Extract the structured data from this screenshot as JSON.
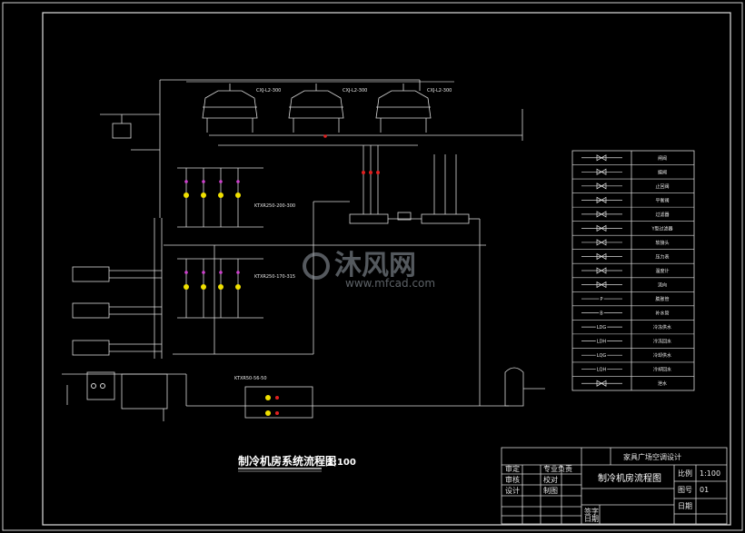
{
  "drawing": {
    "title": "制冷机房系统流程图",
    "scale": "1:100",
    "watermark_brand": "沐风网",
    "watermark_url": "www.mfcad.com",
    "cooling_tower_labels": [
      "CXJ-L2-300",
      "CXJ-L2-300",
      "CXJ-L2-300"
    ],
    "pump_group_labels": [
      "KTXR250-200-300",
      "KTXR250-170-315"
    ],
    "plate_exchanger_label": "KTXR50-56-50"
  },
  "legend": {
    "rows": [
      {
        "symbol": "gate-valve",
        "label": "闸阀"
      },
      {
        "symbol": "butterfly-valve",
        "label": "蝶阀"
      },
      {
        "symbol": "check-valve",
        "label": "止回阀"
      },
      {
        "symbol": "balance-valve",
        "label": "平衡阀"
      },
      {
        "symbol": "strainer",
        "label": "过滤器"
      },
      {
        "symbol": "y-filter",
        "label": "Y型过滤器"
      },
      {
        "symbol": "flex-joint",
        "label": "软接头"
      },
      {
        "symbol": "gauge",
        "label": "压力表"
      },
      {
        "symbol": "thermometer",
        "label": "温度计"
      },
      {
        "symbol": "flow-arrow",
        "label": "流向"
      },
      {
        "symbol": "P",
        "label": "膨胀管"
      },
      {
        "symbol": "B",
        "label": "补水管"
      },
      {
        "symbol": "LDG",
        "label": "冷冻供水"
      },
      {
        "symbol": "LDH",
        "label": "冷冻回水"
      },
      {
        "symbol": "LQG",
        "label": "冷却供水"
      },
      {
        "symbol": "LQH",
        "label": "冷却回水"
      },
      {
        "symbol": "drain",
        "label": "泄水"
      }
    ]
  },
  "title_block": {
    "project_label": "家具广场空调设计",
    "drawing_name": "制冷机房流程图",
    "col_left": [
      "审定",
      "审核",
      "设计"
    ],
    "col_mid": [
      "专业负责",
      "校对",
      "制图"
    ],
    "col_sign": [
      "签字",
      "日期"
    ],
    "right_keys": [
      "比例",
      "图号",
      "日期"
    ],
    "right_vals": [
      "1:100",
      "01",
      ""
    ]
  }
}
